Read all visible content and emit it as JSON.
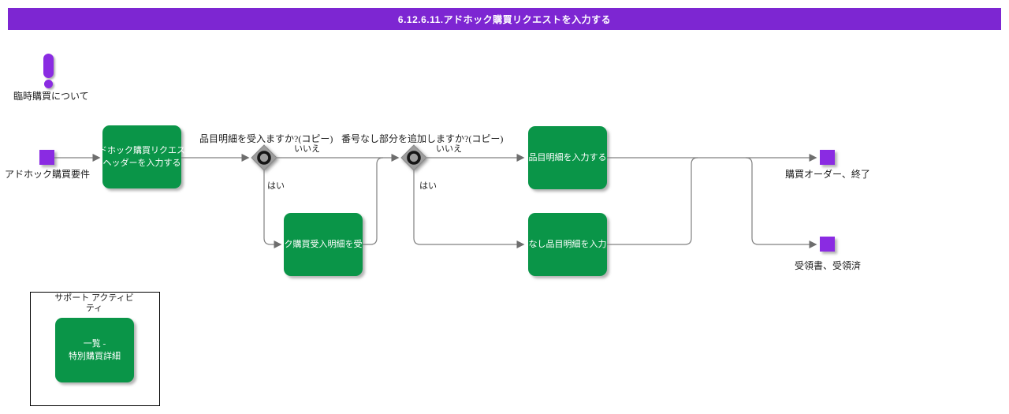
{
  "title": "6.12.6.11.アドホック購買リクエストを入力する",
  "annotation": {
    "label": "臨時購買について"
  },
  "nodes": {
    "start": {
      "label": "アドホック購買要件"
    },
    "task_header": {
      "line1": "ドホック購買リクエス",
      "line2": "ヘッダーを入力する"
    },
    "gateway1": {
      "question": "品目明細を受入ますか?(コピー)",
      "yes": "はい",
      "no": "いいえ"
    },
    "task_receive": {
      "line1": "ク購買受入明細を受"
    },
    "gateway2": {
      "question": "番号なし部分を追加しますか?(コピー)",
      "yes": "はい",
      "no": "いいえ"
    },
    "task_item": {
      "line1": "品目明細を入力する"
    },
    "task_no_number": {
      "line1": "なし品目明細を入力"
    },
    "end_order": {
      "label": "購買オーダー、終了"
    },
    "end_receipt": {
      "label": "受領書、受領済"
    }
  },
  "support": {
    "title_line1": "サポート アクティビ",
    "title_line2": "ティ",
    "task_line1": "一覧 -",
    "task_line2": "特別購買詳細"
  },
  "colors": {
    "purple": "#8a2be2",
    "titlebar": "#7d26d2",
    "green": "#0a9548",
    "line": "#808080",
    "arrow": "#6e6e6e",
    "gateway": "#9d9d9d"
  }
}
